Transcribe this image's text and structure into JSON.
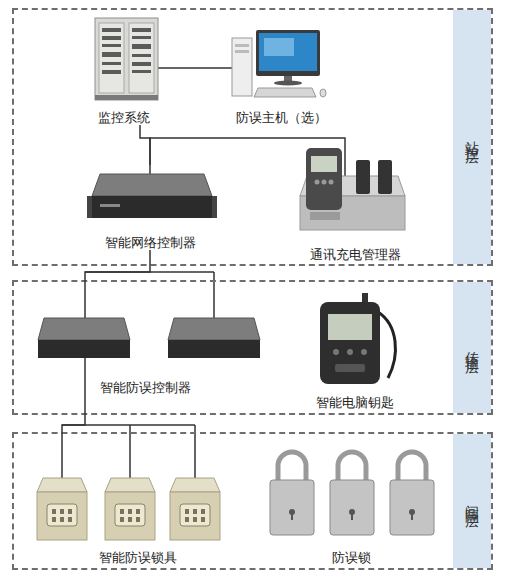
{
  "diagram": {
    "nodes": [
      {
        "text": [
          "站控层"
        ]
      },
      {
        "text": [
          "监控系统"
        ],
        "in": 0
      },
      {
        "text": [
          "防误主机（选）"
        ],
        "in": 0
      },
      {
        "text": [
          "智能网络控制器"
        ],
        "in": 0
      },
      {
        "text": [
          "通讯充电管理器"
        ],
        "in": 0
      },
      {
        "text": [
          "传输层"
        ]
      },
      {
        "text": [
          "智能防误控制器"
        ],
        "in": 5
      },
      {
        "text": [
          "智能电脑钥匙"
        ],
        "in": 5
      },
      {
        "text": [
          "间隔层"
        ]
      },
      {
        "text": [
          "智能防误锁具"
        ],
        "in": 8
      },
      {
        "text": [
          "防误锁"
        ],
        "in": 8
      }
    ],
    "edges": [
      {
        "from": 1,
        "to": 2,
        "arrow": "none"
      },
      {
        "from": 1,
        "to": 3,
        "arrow": "none"
      },
      {
        "from": 3,
        "to": 4,
        "arrow": "none"
      },
      {
        "from": 3,
        "to": 6,
        "arrow": "none"
      },
      {
        "from": 6,
        "to": 9,
        "arrow": "none"
      }
    ]
  }
}
